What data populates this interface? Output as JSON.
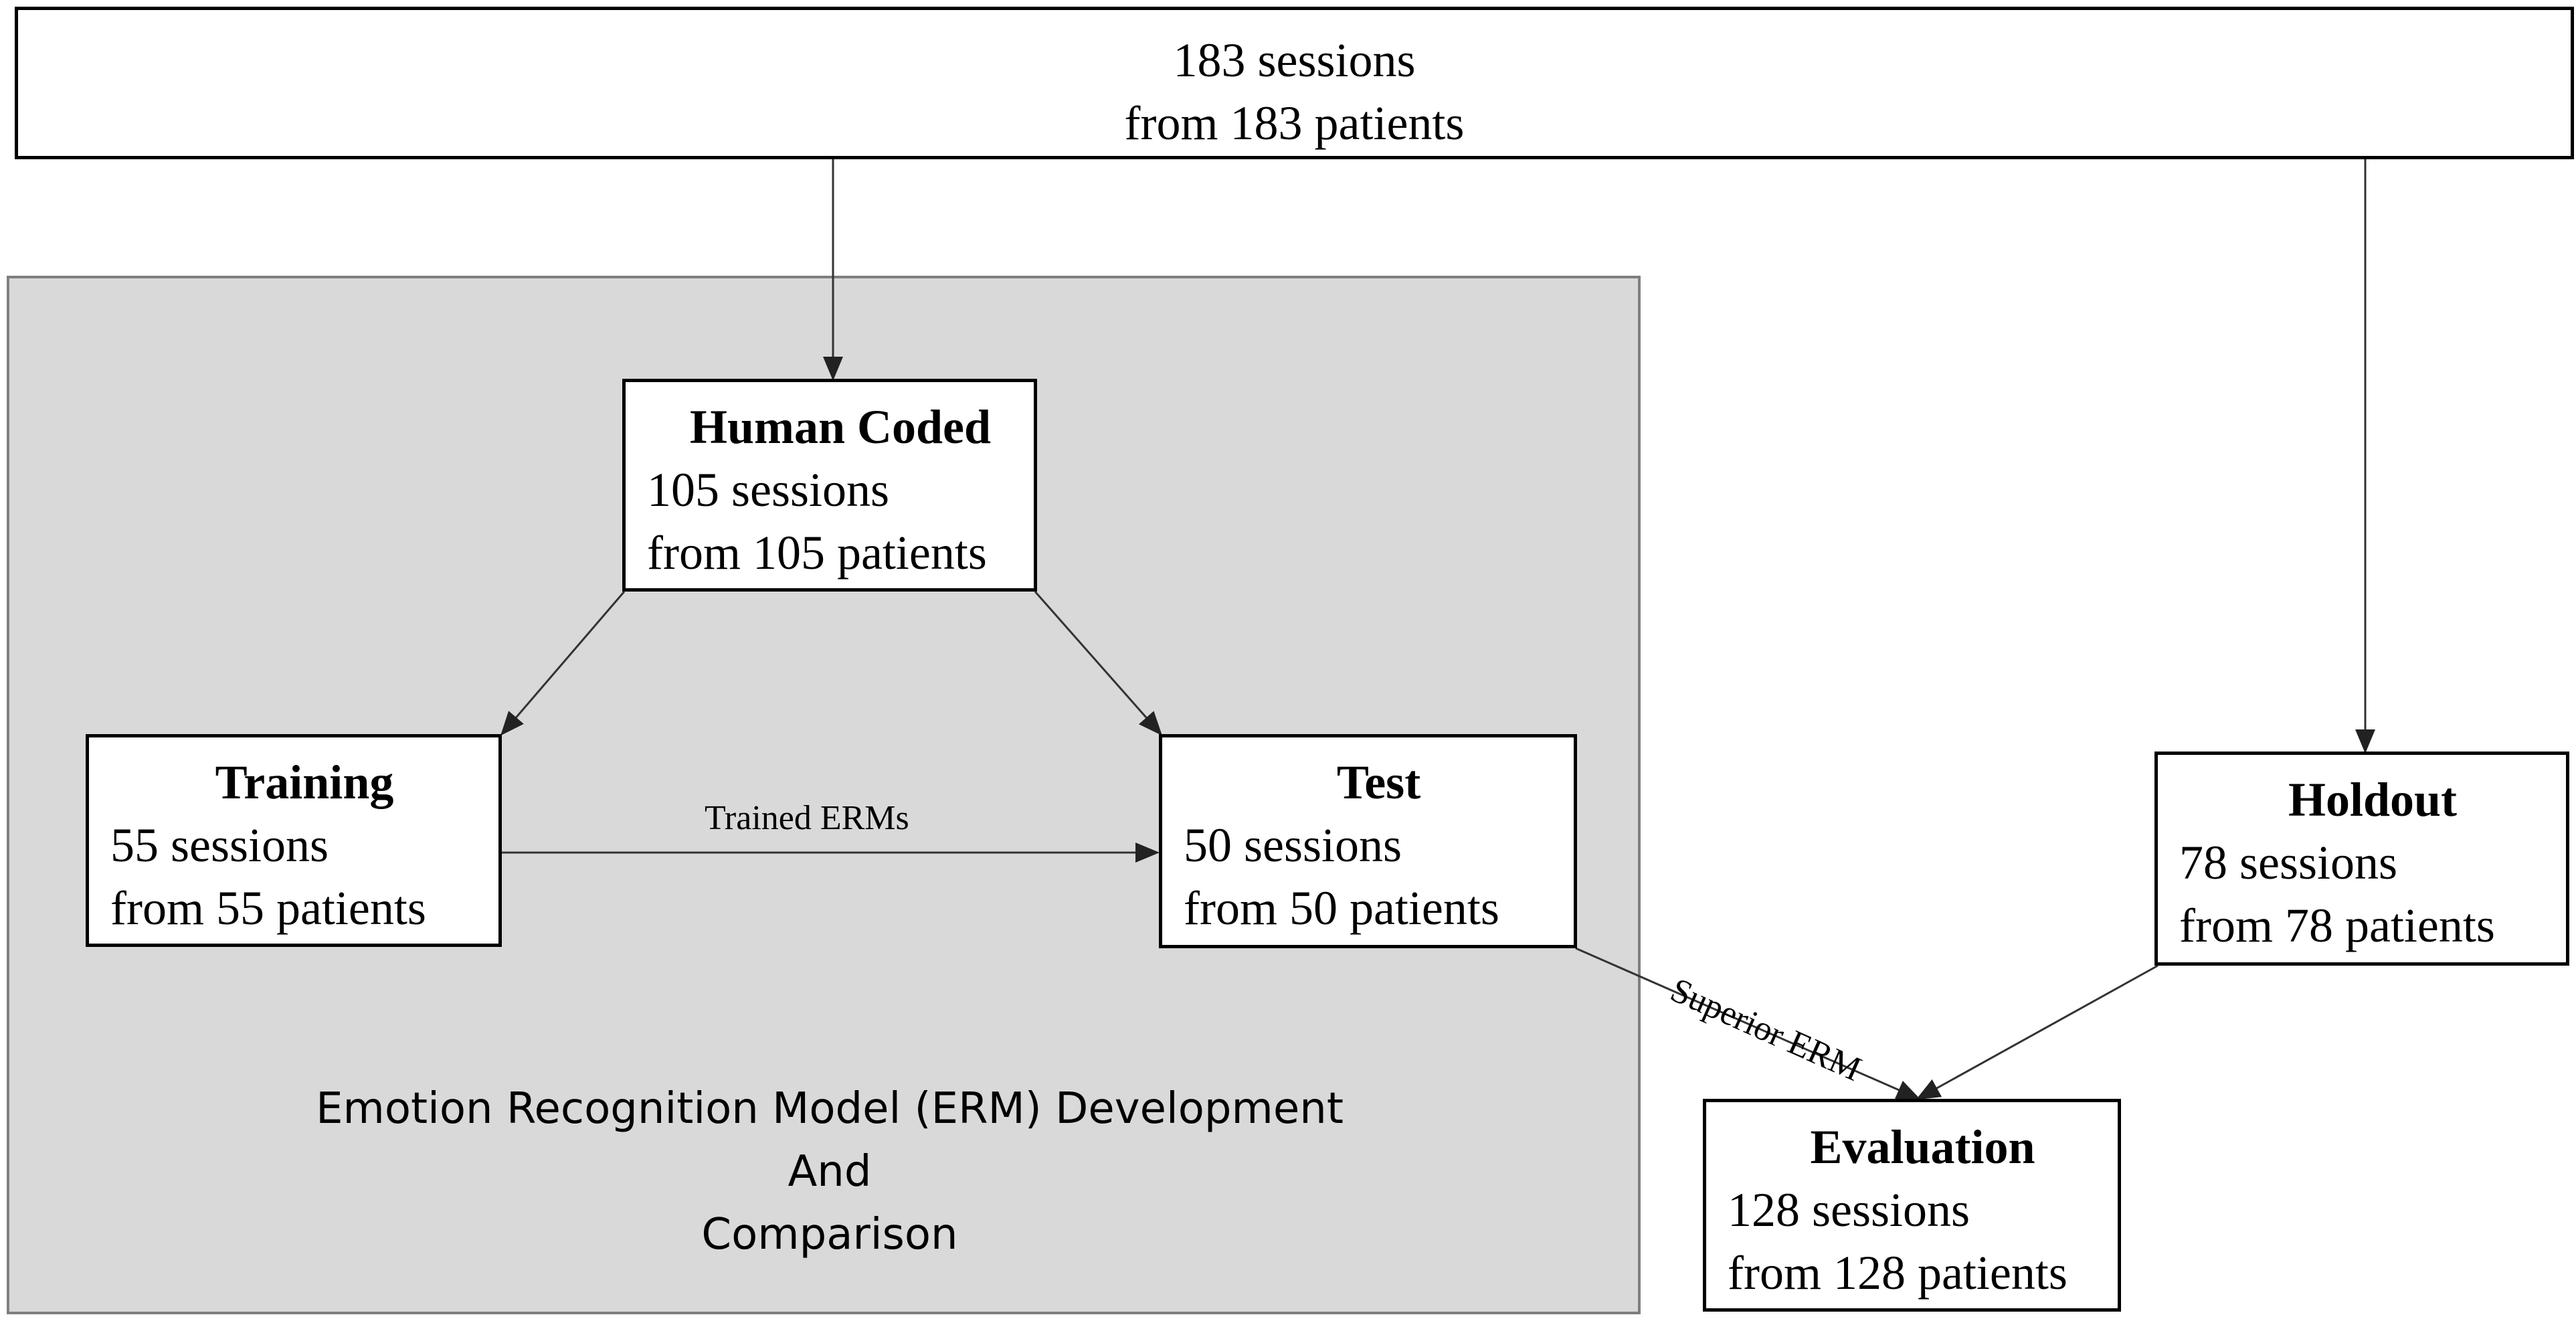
{
  "source": {
    "line1": "183 sessions",
    "line2": "from 183 patients"
  },
  "region": {
    "caption_line1": "Emotion Recognition Model (ERM) Development",
    "caption_line2": "And",
    "caption_line3": "Comparison"
  },
  "nodes": {
    "human_coded": {
      "title": "Human Coded",
      "line1": "105 sessions",
      "line2": "from 105 patients"
    },
    "training": {
      "title": "Training",
      "line1": "55 sessions",
      "line2": "from 55 patients"
    },
    "test": {
      "title": "Test",
      "line1": "50 sessions",
      "line2": "from 50 patients"
    },
    "holdout": {
      "title": "Holdout",
      "line1": "78 sessions",
      "line2": "from 78 patients"
    },
    "evaluation": {
      "title": "Evaluation",
      "line1": "128 sessions",
      "line2": "from 128 patients"
    }
  },
  "edges": {
    "trained_erms": "Trained ERMs",
    "superior_erm": "Superior ERM"
  },
  "colors": {
    "region_fill": "#d9d9d9",
    "region_border": "#7f7f7f",
    "box_border": "#000000",
    "arrow": "#333333"
  }
}
